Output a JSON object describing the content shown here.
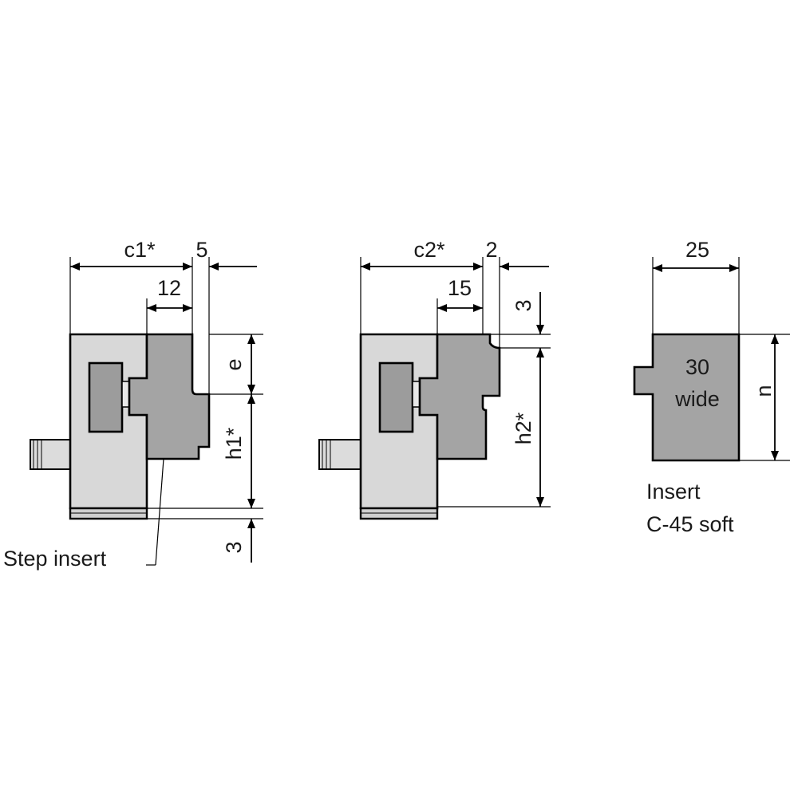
{
  "colors": {
    "body_light": "#d8d8d8",
    "insert_dark": "#a4a4a4",
    "slot_dark": "#9c9c9c",
    "line": "#000000",
    "background": "#ffffff"
  },
  "fig1": {
    "dim_c1": "c1*",
    "dim_5": "5",
    "dim_12": "12",
    "dim_e": "e",
    "dim_h1": "h1*",
    "dim_3": "3",
    "label": "Step insert"
  },
  "fig2": {
    "dim_c2": "c2*",
    "dim_2": "2",
    "dim_15": "15",
    "dim_3": "3",
    "dim_h2": "h2*"
  },
  "fig3": {
    "dim_25": "25",
    "dim_n": "n",
    "inner_line1": "30",
    "inner_line2": "wide",
    "caption_line1": "Insert",
    "caption_line2": "C-45 soft"
  }
}
